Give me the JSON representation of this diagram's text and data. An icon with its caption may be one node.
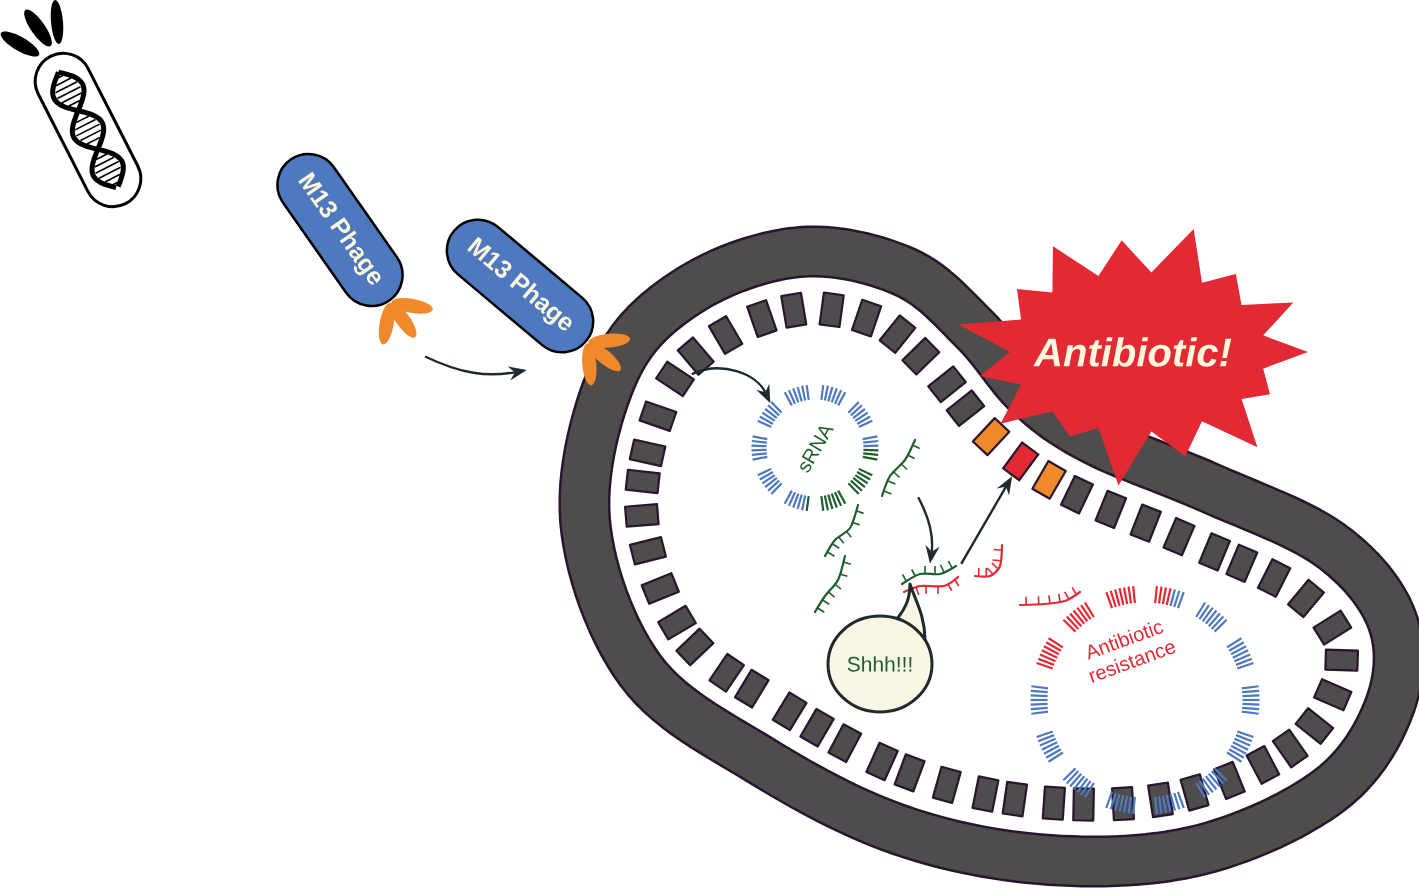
{
  "diagram": {
    "nodes": [
      {
        "text": [],
        "shape": "picture"
      },
      {
        "text": [
          "M13 Phage"
        ]
      },
      {
        "text": [
          "M13 Phage"
        ]
      },
      {
        "text": [
          "sRNA"
        ]
      },
      {
        "text": [],
        "shape": "picture"
      },
      {
        "text": [],
        "shape": "picture"
      },
      {
        "text": [
          "Shhh!!!"
        ]
      },
      {
        "text": [],
        "shape": "box"
      },
      {
        "text": [
          "Antibiotic!"
        ]
      },
      {
        "text": [
          "Antibiotic resistance"
        ]
      }
    ],
    "edges": [
      {
        "from": 1,
        "to": 2,
        "arrow": "to"
      },
      {
        "from": 2,
        "to": 3,
        "arrow": "to"
      },
      {
        "from": 4,
        "to": 5,
        "arrow": "to"
      },
      {
        "from": 5,
        "to": 7,
        "arrow": "to"
      }
    ]
  }
}
